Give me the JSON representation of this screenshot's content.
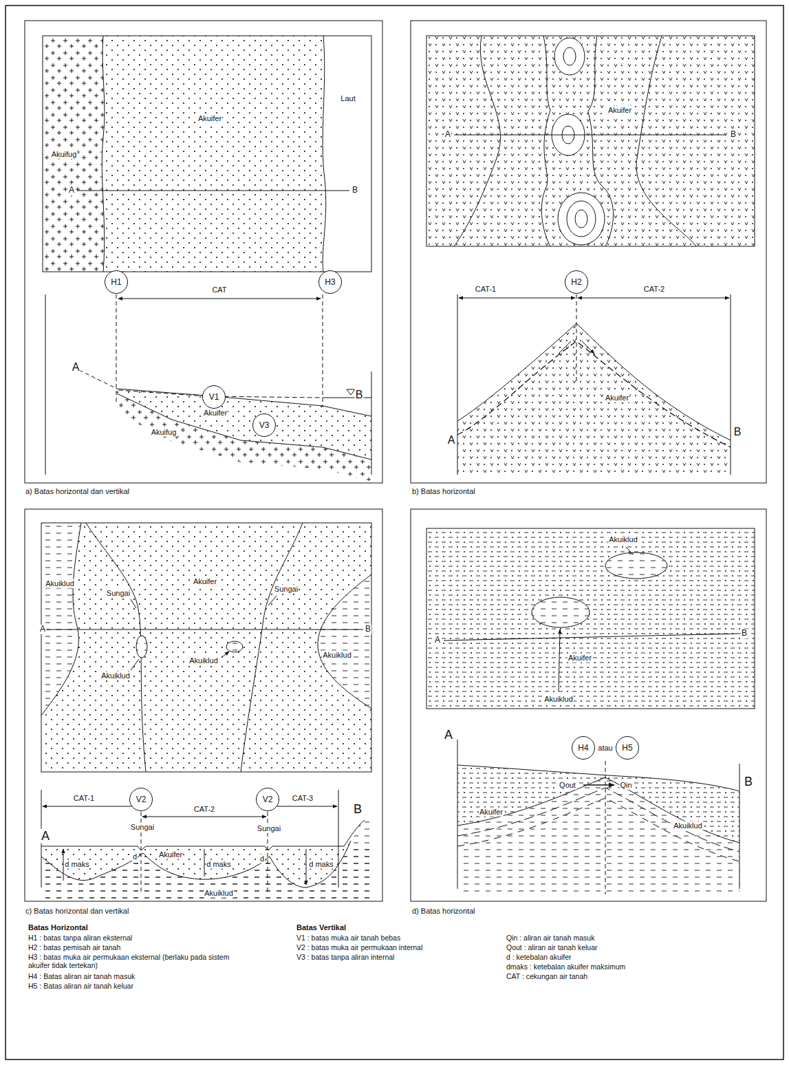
{
  "diagram": {
    "nodes": [
      {
        "text": [
          "H1"
        ]
      },
      {
        "text": [
          "H3"
        ]
      },
      {
        "text": [
          "V1"
        ]
      },
      {
        "text": [
          "V3"
        ]
      },
      {
        "text": [
          "H2"
        ]
      },
      {
        "text": [
          "V2"
        ]
      },
      {
        "text": [
          "V2"
        ]
      },
      {
        "text": [
          "H4"
        ]
      },
      {
        "text": [
          "H5"
        ]
      }
    ],
    "labels": [
      "Akuifug",
      "Akuifer",
      "Laut",
      "A",
      "B",
      "CAT",
      "A",
      "B",
      "Akuifer",
      "Akuifug",
      "a) Batas horizontal dan vertikal",
      "Akuifer",
      "A",
      "B",
      "CAT-1",
      "CAT-2",
      "A",
      "Akuifer",
      "B",
      "b) Batas horizontal",
      "Akuiklud",
      "Sungai",
      "Akuifer",
      "Sungai",
      "A",
      "B",
      "Akuiklud",
      "Akuiklud",
      "Akuiklud",
      "CAT-1",
      "CAT-2",
      "CAT-3",
      "B",
      "Sungai",
      "Sungai",
      "A",
      "d maks",
      "d",
      "Akuifer",
      "d maks",
      "d",
      "d maks",
      "Akuiklud",
      "c) Batas horizontal dan vertikal",
      "Akuiklud",
      "A",
      "B",
      "Akuifer",
      "Akuiklud",
      "atau",
      "A",
      "Qout",
      "Qin",
      "Akuifer",
      "Akuiklud",
      "B",
      "d) Batas horizontal",
      "Batas Horizontal",
      "H1 : batas tanpa aliran eksternal",
      "H2 : batas pemisah air tanah",
      "H3 : batas muka air permukaan eksternal (berlaku pada sistem akuifer tidak tertekan)",
      "H4 : Batas aliran air tanah masuk",
      "H5 : Batas aliran air tanah keluar",
      "Batas Vertikal",
      "V1 : batas muka air tanah bebas",
      "V2 : batas muka air permukaan internal",
      "V3 : batas tanpa aliran internal",
      "Qin : aliran air tanah masuk",
      "Qout : aliran air tanah keluar",
      "d : ketebalan akuifer",
      "dmaks : ketebalan akuifer maksimum",
      "CAT : cekungan air tanah"
    ]
  }
}
